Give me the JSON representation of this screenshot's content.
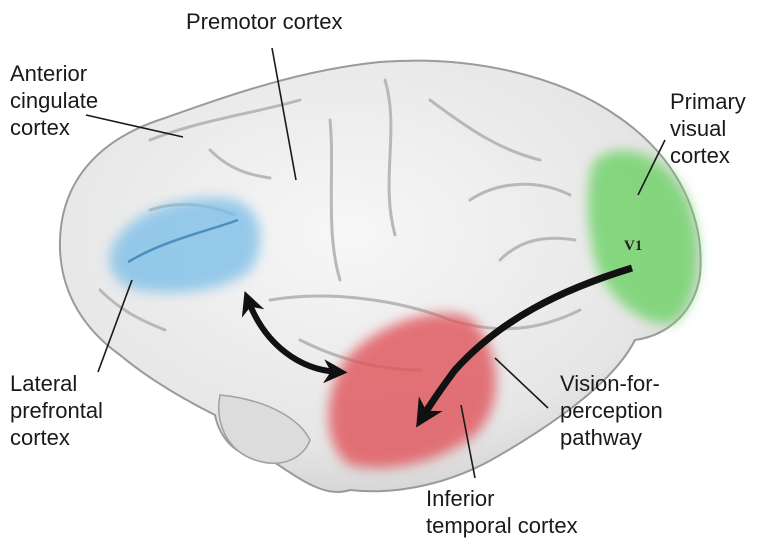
{
  "labels": {
    "premotor": [
      "Premotor cortex"
    ],
    "anterior_cingulate": [
      "Anterior",
      "cingulate",
      "cortex"
    ],
    "primary_visual": [
      "Primary",
      "visual",
      "cortex"
    ],
    "lateral_prefrontal": [
      "Lateral",
      "prefrontal",
      "cortex"
    ],
    "vision_for_perception": [
      "Vision-for-",
      "perception",
      "pathway"
    ],
    "inferior_temporal": [
      "Inferior",
      "temporal cortex"
    ],
    "v1": "V1"
  },
  "colors": {
    "prefrontal_region": "#7fc0e8",
    "visual_region": "#74d36e",
    "temporal_region": "#e0525a",
    "arrow": "#111111",
    "brain_fill": "#ececec",
    "brain_outline": "#9a9a9a"
  }
}
